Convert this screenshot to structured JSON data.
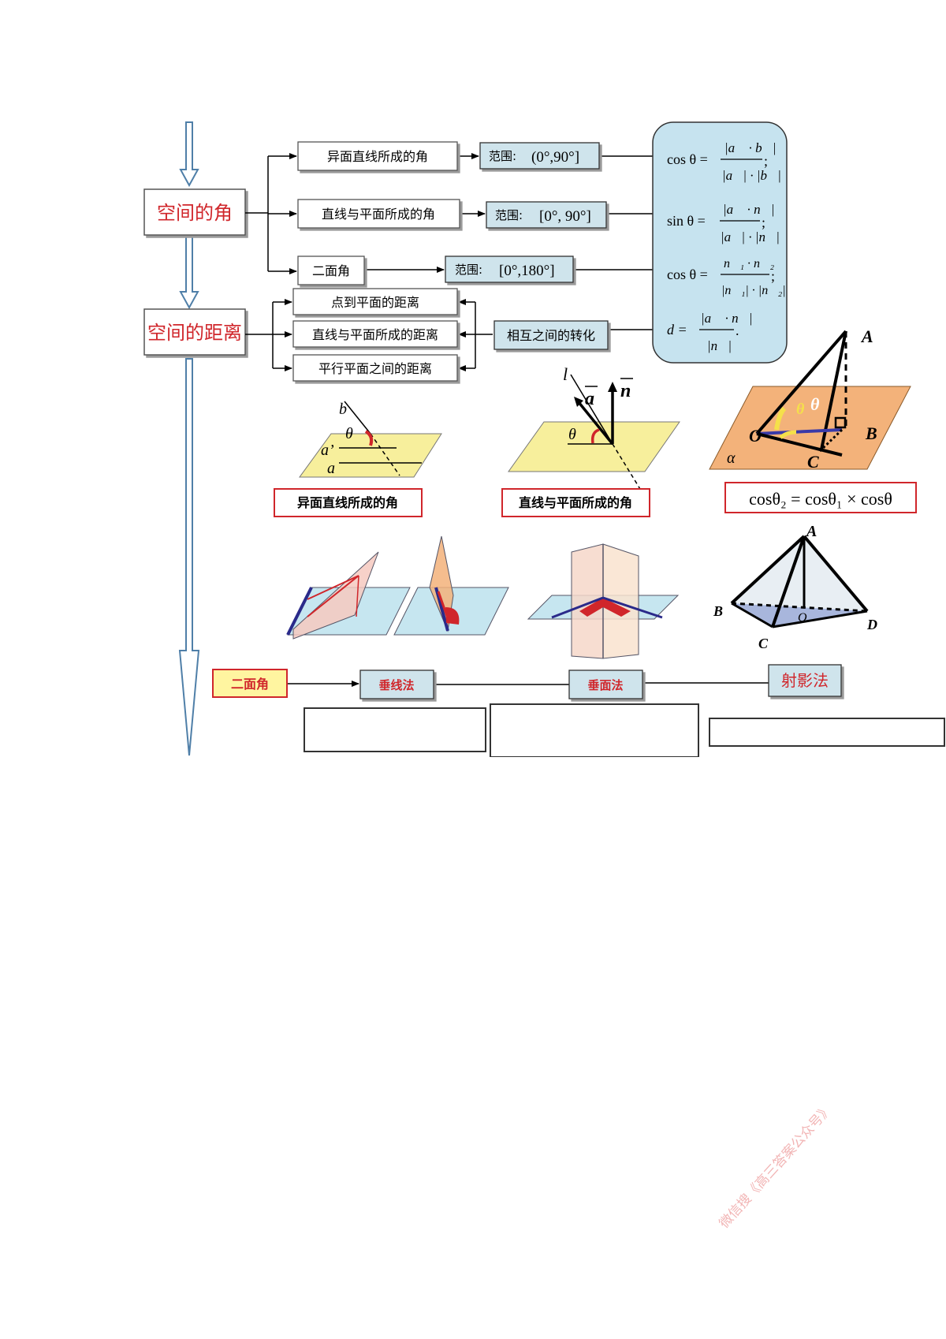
{
  "colors": {
    "accent_red": "#d0262b",
    "box_fill": "#cfe4ec",
    "formula_panel": "#c6e3ef",
    "orange_plane": "#f3b27a",
    "yellow_plane": "#f7ef9c",
    "blue_plane": "#c6e6f0",
    "pink_plane": "#f6c9c0"
  },
  "left_column": {
    "angle_title": "空间的角",
    "distance_title": "空间的距离"
  },
  "angles": {
    "skew_lines": "异面直线所成的角",
    "line_plane": "直线与平面所成的角",
    "dihedral": "二面角",
    "range_label": "范围:",
    "range_skew": "(0°,90°]",
    "range_line_plane": "[0°, 90°]",
    "range_dihedral": "[0°,180°]"
  },
  "distances": {
    "point_plane": "点到平面的距离",
    "line_plane": "直线与平面所成的距离",
    "parallel_planes": "平行平面之间的距离",
    "conversion": "相互之间的转化"
  },
  "formulas": {
    "cos1": "cos θ =",
    "sin": "sin θ =",
    "cos2": "cos θ =",
    "dist": "d ="
  },
  "figures": {
    "skew_caption": "异面直线所成的角",
    "line_plane_caption": "直线与平面所成的角",
    "three_cos_formula": "cosθ₂ = cosθ₁ × cosθ",
    "label_b": "b",
    "label_theta": "θ",
    "label_a_prime": "a’",
    "label_a": "a",
    "label_l": "l",
    "label_vec_a": "a",
    "label_vec_n": "n",
    "label_A": "A",
    "label_B": "B",
    "label_C": "C",
    "label_O": "O",
    "label_alpha": "α",
    "pyr_A": "A",
    "pyr_B": "B",
    "pyr_C": "C",
    "pyr_D": "D",
    "pyr_O": "O"
  },
  "dihedral_methods": {
    "start": "二面角",
    "m1": "垂线法",
    "m2": "垂面法",
    "m3": "射影法"
  },
  "watermark": "微信搜《高三答案公众号》"
}
